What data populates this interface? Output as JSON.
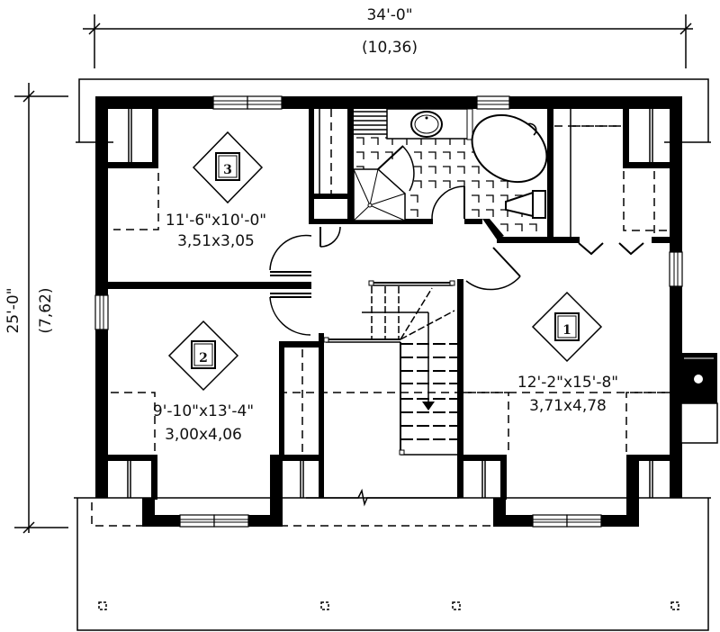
{
  "drawing": {
    "type": "floor plan",
    "level": "upper floor",
    "colors": {
      "ink": "#000000",
      "paper": "#ffffff"
    }
  },
  "dimensions": {
    "width_imperial": "34'-0\"",
    "width_metric": "(10,36)",
    "depth_imperial": "25'-0\"",
    "depth_metric": "(7,62)"
  },
  "rooms": [
    {
      "id": "3",
      "tag": "3",
      "size_imperial": "11'-6\"x10'-0\"",
      "size_metric": "3,51x3,05",
      "position": "top-left"
    },
    {
      "id": "2",
      "tag": "2",
      "size_imperial": "9'-10\"x13'-4\"",
      "size_metric": "3,00x4,06",
      "position": "bottom-left"
    },
    {
      "id": "1",
      "tag": "1",
      "size_imperial": "12'-2\"x15'-8\"",
      "size_metric": "3,71x4,78",
      "position": "right"
    }
  ],
  "fixtures": [
    {
      "name": "bathroom-sink"
    },
    {
      "name": "oval-bathtub"
    },
    {
      "name": "corner-shower"
    },
    {
      "name": "toilet"
    },
    {
      "name": "staircase-down"
    },
    {
      "name": "chimney"
    }
  ]
}
